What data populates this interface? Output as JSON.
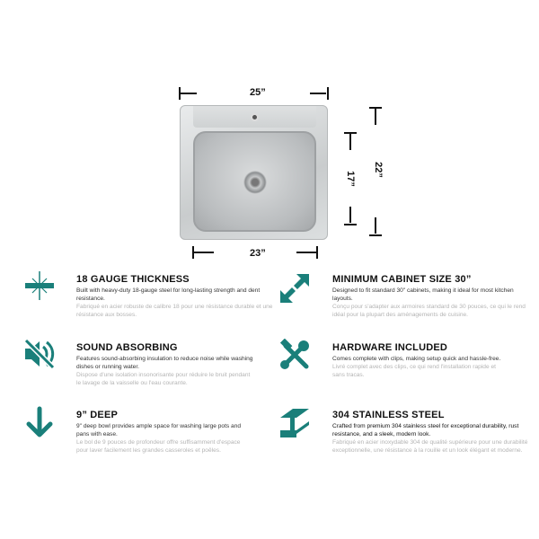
{
  "dimensions": {
    "top_width": "25”",
    "depth_outer": "22”",
    "bowl_depth": "17”",
    "bowl_width": "23”"
  },
  "accent_color": "#1a7f7a",
  "features": [
    {
      "icon": "crosshair-thickness-icon",
      "title": "18 GAUGE THICKNESS",
      "en": "Built with heavy-duty 18-gauge steel for long-lasting strength and dent resistance.",
      "fr": "Fabriqué en acier robuste de calibre 18 pour une résistance durable et une résistance aux bosses."
    },
    {
      "icon": "expand-arrows-icon",
      "title": "MINIMUM CABINET SIZE 30”",
      "en": "Designed to fit standard 30\" cabinets, making it ideal for most kitchen layouts.",
      "fr": "Conçu pour s'adapter aux armoires standard de 30 pouces, ce qui le rend idéal pour la plupart des aménagements de cuisine."
    },
    {
      "icon": "sound-muted-icon",
      "title": "SOUND ABSORBING",
      "en": "Features sound-absorbing insulation to reduce noise while washing dishes or running water.",
      "fr": "Dispose d'une isolation insonorisante pour réduire le bruit pendant le lavage de la vaisselle ou l'eau courante."
    },
    {
      "icon": "tools-icon",
      "title": "HARDWARE INCLUDED",
      "en": "Comes complete with clips, making setup quick and hassle-free.",
      "fr": "Livré complet avec des clips, ce qui rend l'installation rapide et sans tracas."
    },
    {
      "icon": "arrow-down-icon",
      "title": "9” DEEP",
      "en": "9\" deep bowl provides ample space for washing large pots and pans with ease.",
      "fr": "Le bol de 9 pouces de profondeur offre suffisamment d'espace pour laver facilement les grandes casseroles et poêles."
    },
    {
      "icon": "steel-beam-icon",
      "title": "304 STAINLESS STEEL",
      "en": "Crafted from premium 304 stainless steel for exceptional durability, rust resistance, and a sleek, modern look.",
      "fr": "Fabriqué en acier inoxydable 304 de qualité supérieure pour une durabilité exceptionnelle, une résistance à la rouille et un look élégant et moderne."
    }
  ]
}
